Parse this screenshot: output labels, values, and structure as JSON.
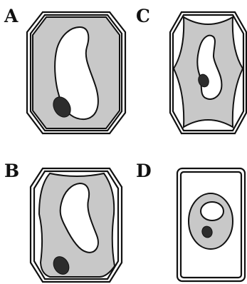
{
  "panels": [
    {
      "label": "A"
    },
    {
      "label": "B"
    },
    {
      "label": "C"
    },
    {
      "label": "D"
    }
  ],
  "colors": {
    "cytoplasm": "#c8c8c8",
    "vacuole": "#ffffff",
    "nucleus": "#2d2d2d",
    "outline": "#111111"
  }
}
